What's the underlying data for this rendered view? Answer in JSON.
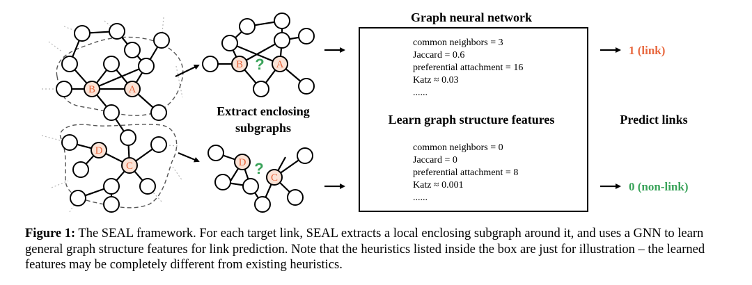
{
  "labels": {
    "top_title": "Graph neural network",
    "extract": [
      "Extract enclosing",
      "subgraphs"
    ],
    "learn": "Learn graph structure features",
    "predict": "Predict links"
  },
  "nodes": {
    "A": "A",
    "B": "B",
    "C": "C",
    "D": "D"
  },
  "question_mark": "?",
  "features_top": [
    "common neighbors = 3",
    "Jaccard = 0.6",
    "preferential attachment = 16",
    "Katz ≈ 0.03",
    "......"
  ],
  "features_bottom": [
    "common neighbors = 0",
    "Jaccard = 0",
    "preferential attachment = 8",
    "Katz ≈ 0.001",
    "......"
  ],
  "outputs": {
    "link": "1 (link)",
    "nonlink": "0 (non-link)"
  },
  "colors": {
    "highlight_text": "#e8683f",
    "question": "#3aa35a",
    "link": "#e8683f",
    "nonlink": "#3aa35a"
  },
  "caption": {
    "label": "Figure 1:",
    "text": "The SEAL framework. For each target link, SEAL extracts a local enclosing subgraph around it, and uses a GNN to learn general graph structure features for link prediction. Note that the heuristics listed inside the box are just for illustration – the learned features may be completely different from existing heuristics."
  }
}
